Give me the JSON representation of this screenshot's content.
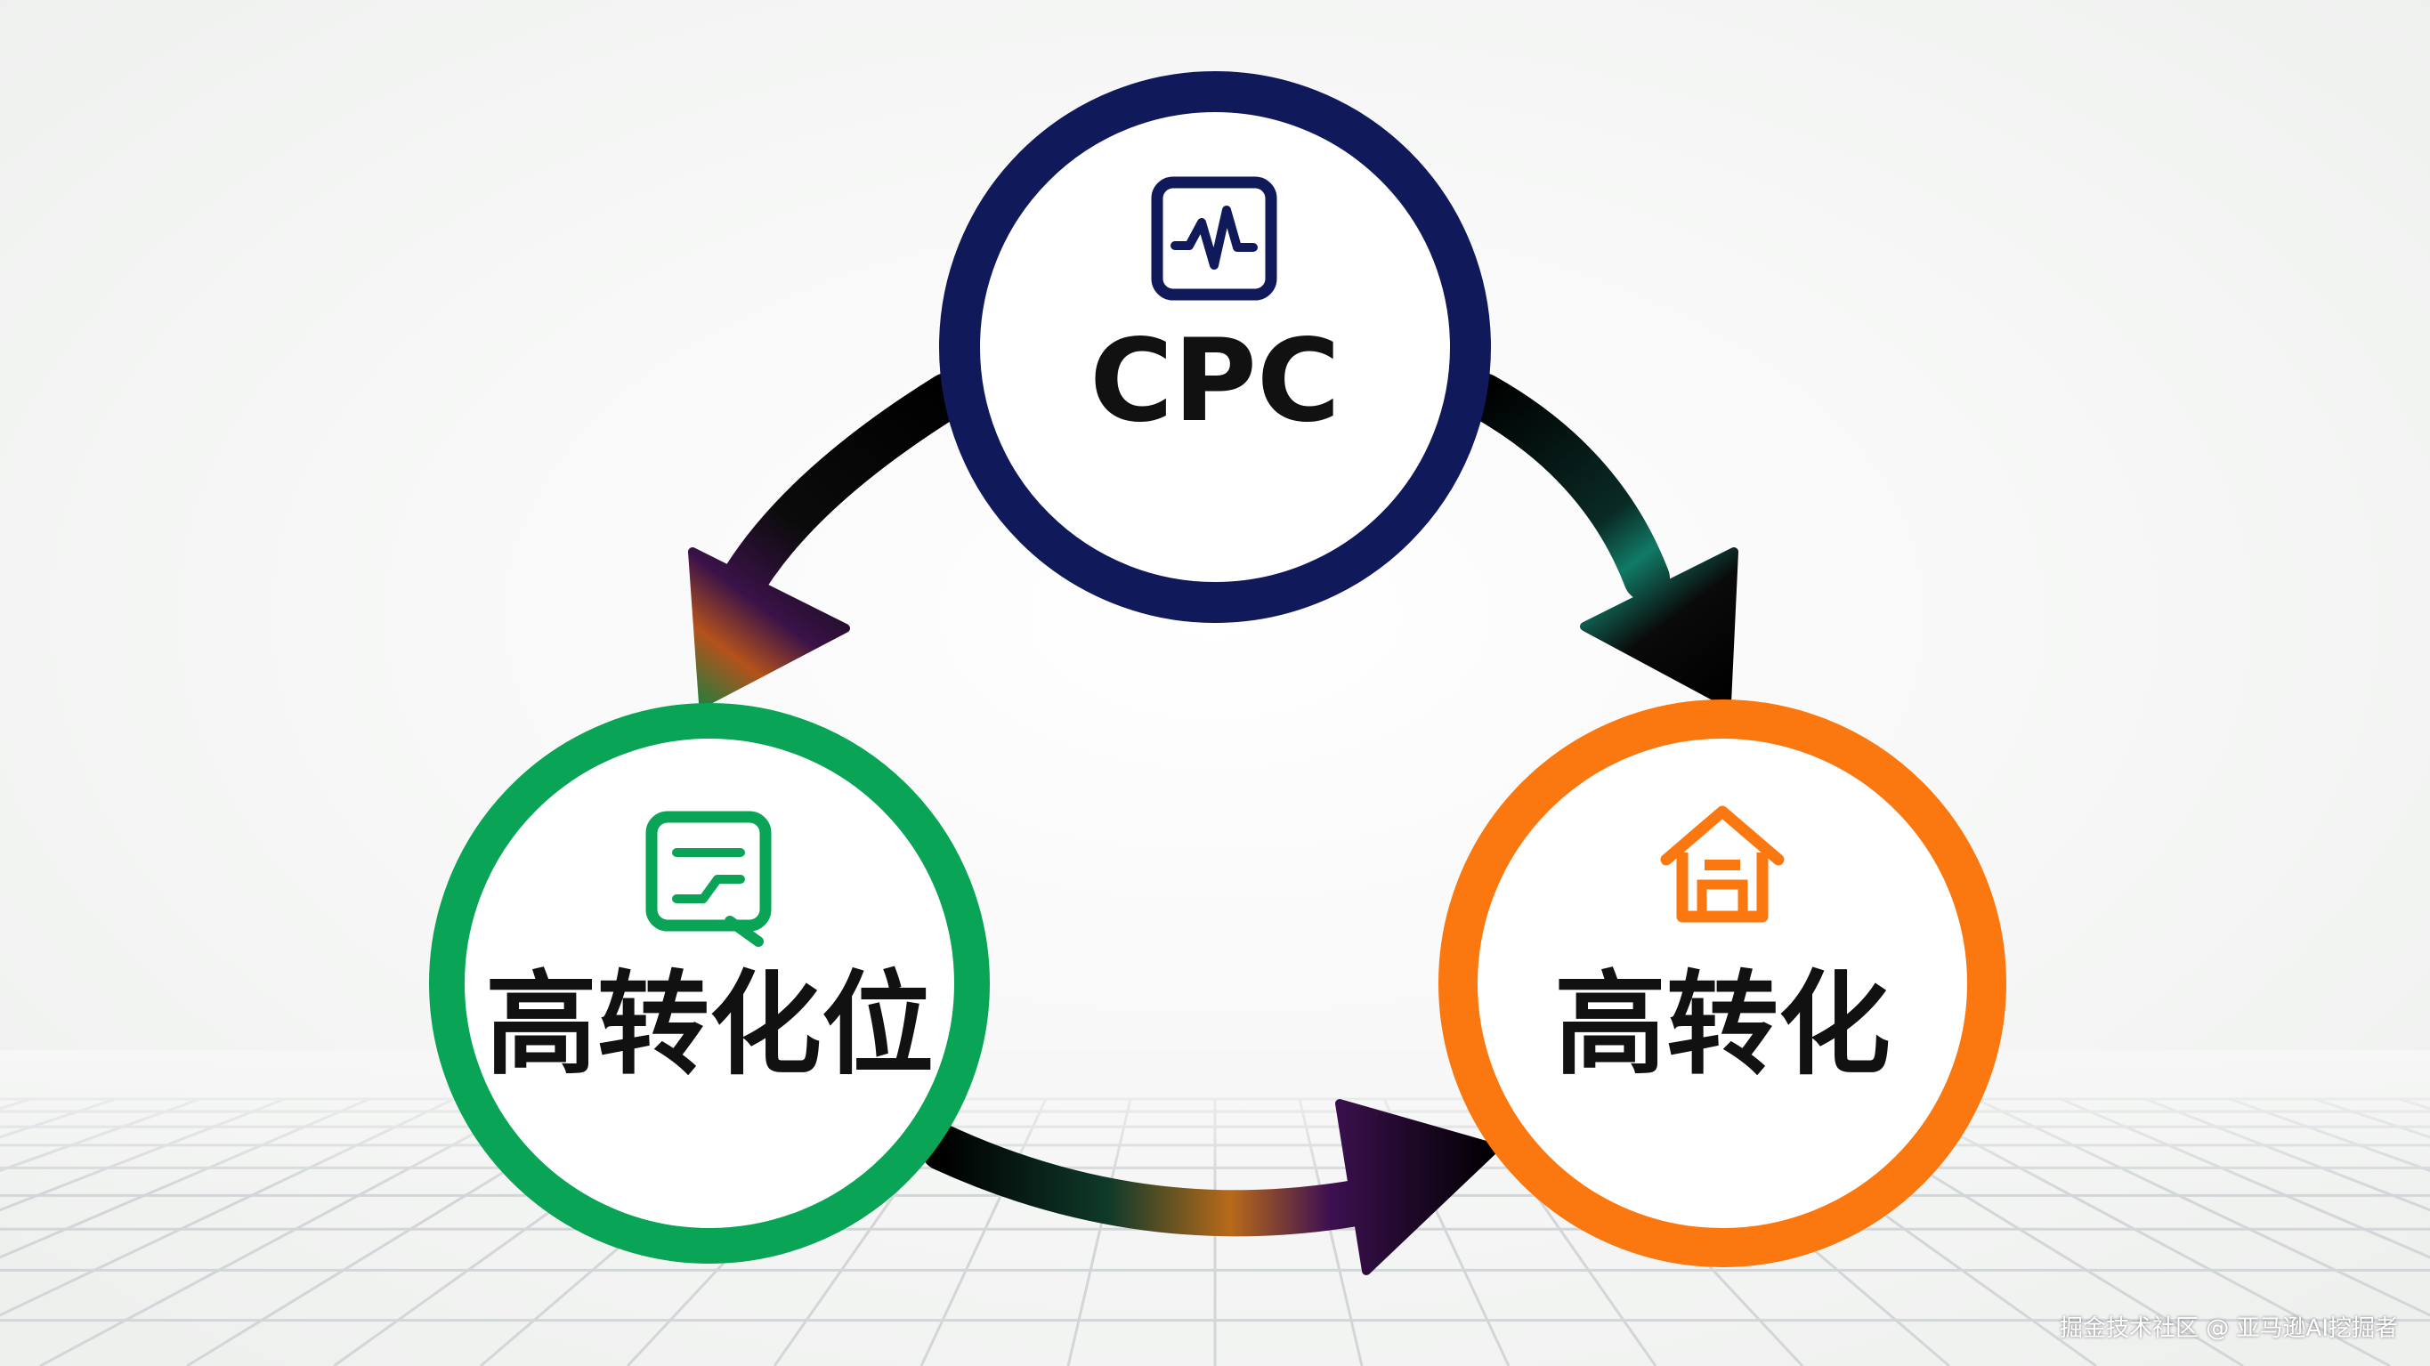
{
  "diagram": {
    "nodes": [
      {
        "id": "cpc",
        "label": "CPC",
        "icon": "monitor-pulse-icon",
        "color": "#10195a"
      },
      {
        "id": "high-conv-position",
        "label": "高转化位",
        "icon": "chart-document-icon",
        "color": "#0aa456"
      },
      {
        "id": "high-conv",
        "label": "高转化",
        "icon": "house-icon",
        "color": "#fb770f"
      }
    ],
    "edges": [
      {
        "from": "cpc",
        "to": "high-conv-position"
      },
      {
        "from": "cpc",
        "to": "high-conv"
      },
      {
        "from": "high-conv-position",
        "to": "high-conv"
      }
    ]
  },
  "watermark": "掘金技术社区 @ 亚马逊AI挖掘者"
}
